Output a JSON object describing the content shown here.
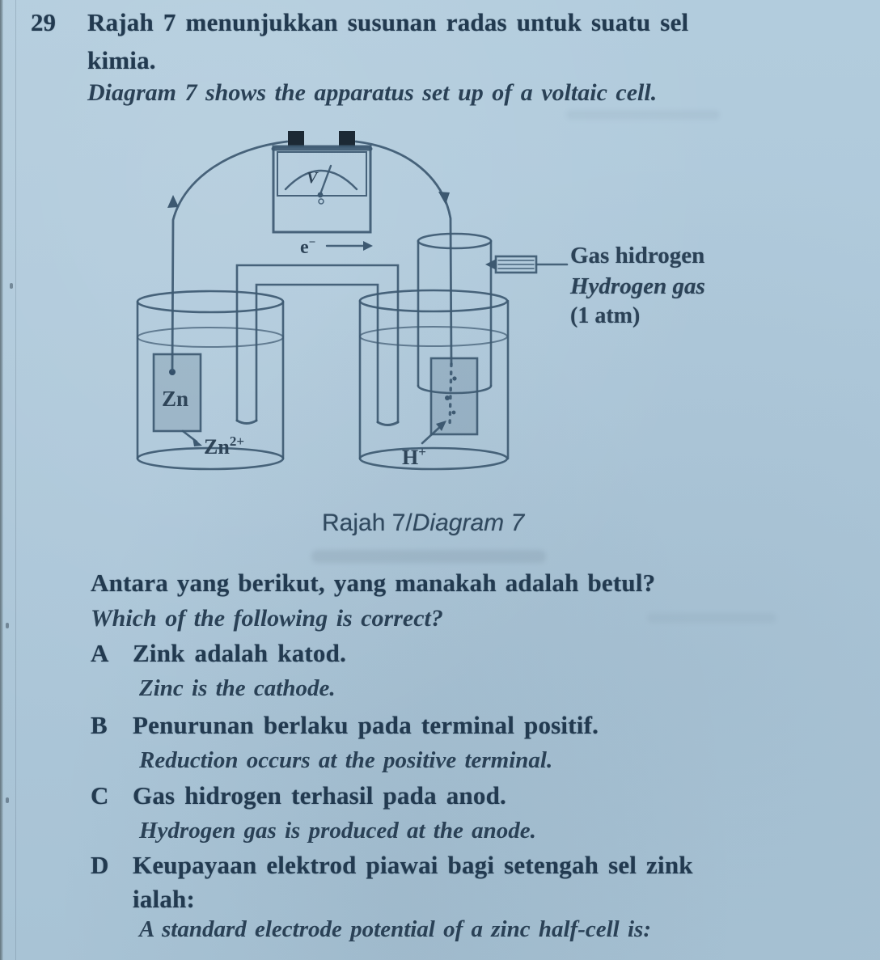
{
  "header": {
    "number": "29",
    "line1": "Rajah 7 menunjukkan susunan radas untuk suatu sel",
    "line2": "kimia.",
    "en": "Diagram 7 shows the apparatus set up of a voltaic cell."
  },
  "diagram": {
    "voltmeter": {
      "dial_letter": "V"
    },
    "electron": {
      "base": "e",
      "sup": "−"
    },
    "gas_label": {
      "ms": "Gas hidrogen",
      "en": "Hydrogen gas",
      "pressure": "(1 atm)"
    },
    "zinc_electrode": "Zn",
    "zinc_ion": {
      "base": "Zn",
      "sup": "2+"
    },
    "hydrogen_ion": {
      "base": "H",
      "sup": "+"
    },
    "caption": {
      "ms": "Rajah 7/",
      "en": "Diagram 7"
    }
  },
  "question": {
    "ms": "Antara yang berikut, yang manakah adalah betul?",
    "en": "Which of the following is correct?"
  },
  "options": [
    {
      "letter": "A",
      "ms": "Zink adalah katod.",
      "en": "Zinc is the cathode."
    },
    {
      "letter": "B",
      "ms": "Penurunan berlaku pada terminal positif.",
      "en": "Reduction occurs at the positive terminal."
    },
    {
      "letter": "C",
      "ms": "Gas hidrogen terhasil pada anod.",
      "en": "Hydrogen gas is produced at the anode."
    },
    {
      "letter": "D",
      "ms_lines": [
        "Keupayaan elektrod piawai bagi setengah sel zink",
        "ialah:"
      ],
      "en": "A standard electrode potential of a zinc half-cell is:"
    }
  ],
  "colors": {
    "background": "#aec8da",
    "ink": "#24384d",
    "diagram_line": "#3d5971"
  }
}
